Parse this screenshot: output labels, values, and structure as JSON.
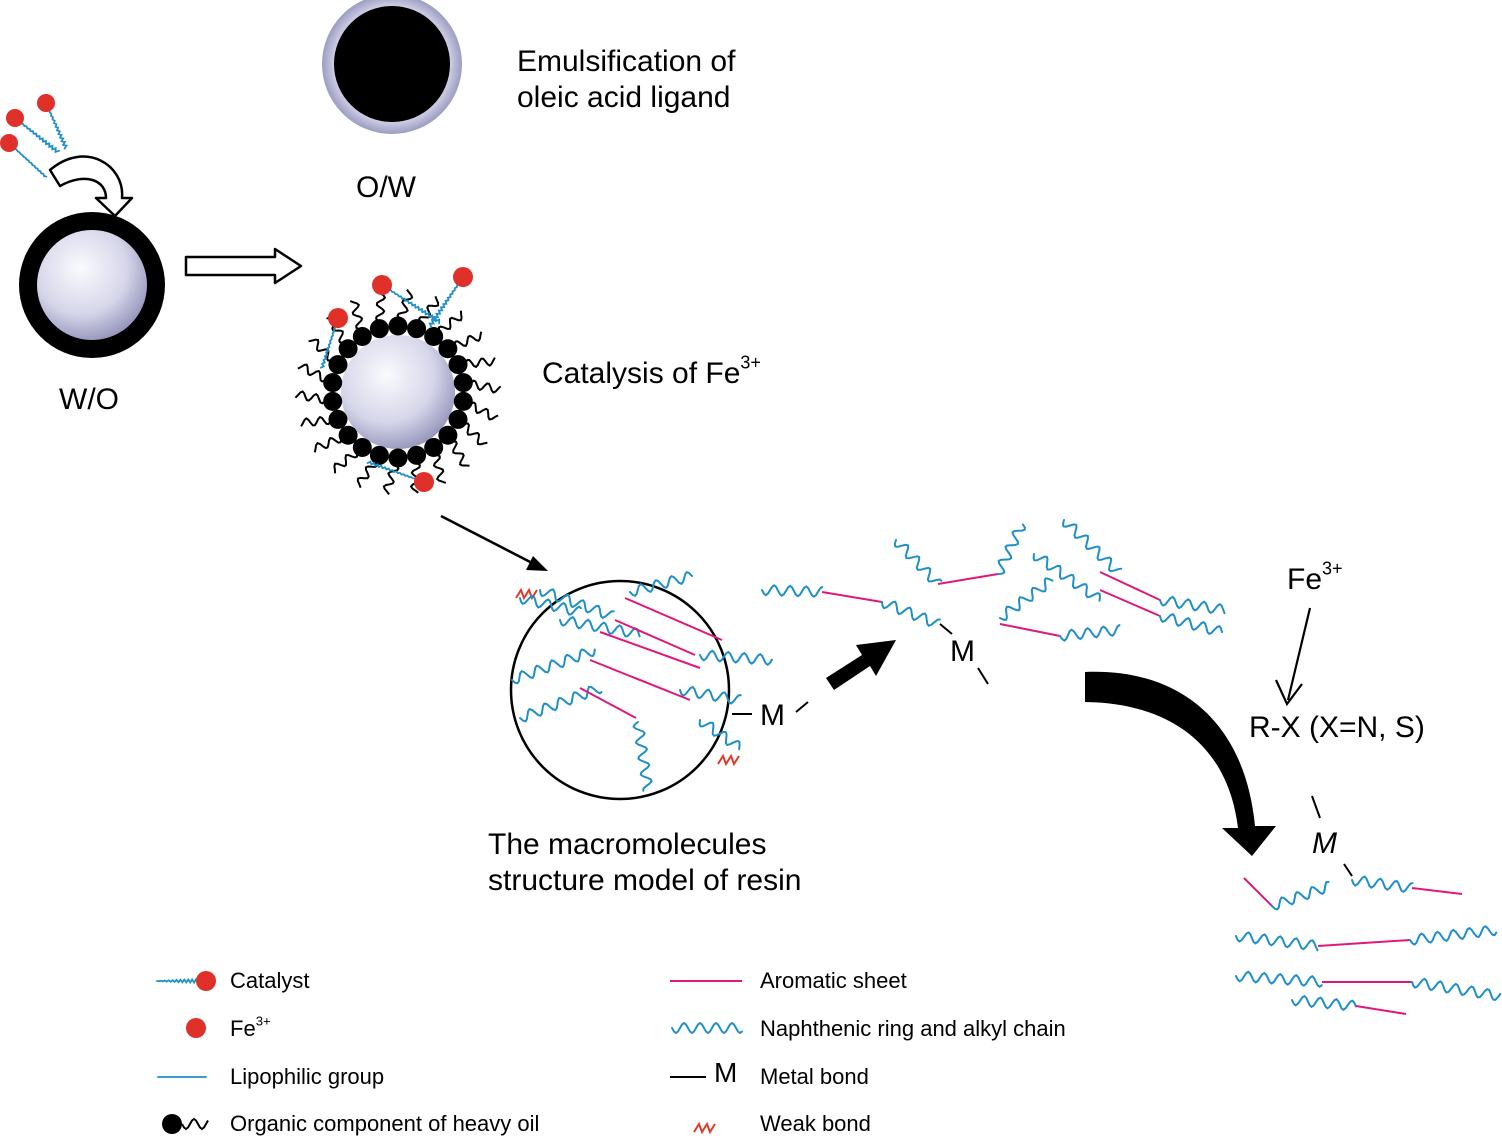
{
  "labels": {
    "emulsification_line1": "Emulsification of",
    "emulsification_line2": "oleic acid ligand",
    "ow": "O/W",
    "wo": "W/O",
    "catalysis_base": "Catalysis of Fe",
    "catalysis_sup": "3+",
    "macro_line1": "The macromolecules",
    "macro_line2": "structure model of resin",
    "fe_base": "Fe",
    "fe_sup": "3+",
    "rx": "R-X (X=N, S)",
    "metal_m": "M"
  },
  "legend": {
    "catalyst": "Catalyst",
    "fe_base": "Fe",
    "fe_sup": "3+",
    "lipophilic": "Lipophilic group",
    "organic": "Organic component of heavy oil",
    "aromatic": "Aromatic sheet",
    "naphthenic": "Naphthenic ring and alkyl chain",
    "metal_symbol": "M",
    "metal": "Metal bond",
    "weak": "Weak bond"
  },
  "colors": {
    "catalyst_red": "#e0302a",
    "chain_blue": "#1f8fc8",
    "aromatic_pink": "#e0187a",
    "weak_red": "#e03a2a",
    "sphere_light": "#f4f4fb",
    "sphere_dark": "#8f8fb8"
  }
}
